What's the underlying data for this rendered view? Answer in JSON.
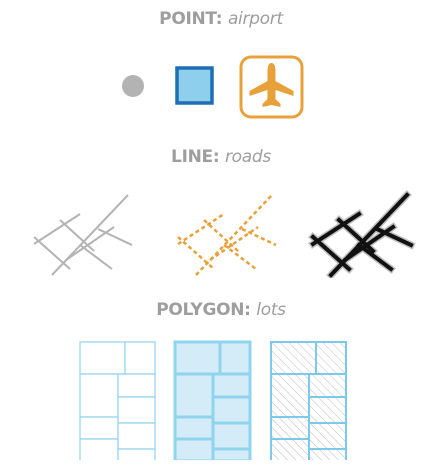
{
  "colors": {
    "title": "#9e9e9e",
    "gray": "#b3b3b3",
    "orange": "#e8a13a",
    "blue_dark": "#1f6fb6",
    "blue_fill": "#8ecfee",
    "blue_light": "#8fd3ee",
    "blue_mid": "#7ccaea",
    "cell_fill": "#d4ecf7",
    "hatch": "#bdbdbd",
    "black": "#111111",
    "white": "#ffffff"
  },
  "sections": {
    "point": {
      "label": "POINT:",
      "sublabel": "airport"
    },
    "line": {
      "label": "LINE:",
      "sublabel": "roads"
    },
    "polygon": {
      "label": "POLYGON:",
      "sublabel": "lots"
    }
  },
  "icons": {
    "point_symbols": [
      "circle-icon",
      "square-icon",
      "airplane-icon"
    ],
    "line_styles": [
      "thin-gray-lines",
      "dashed-orange-lines",
      "black-cased-lines"
    ],
    "polygon_styles": [
      "outline-lots",
      "filled-lots",
      "hatched-lots"
    ]
  }
}
